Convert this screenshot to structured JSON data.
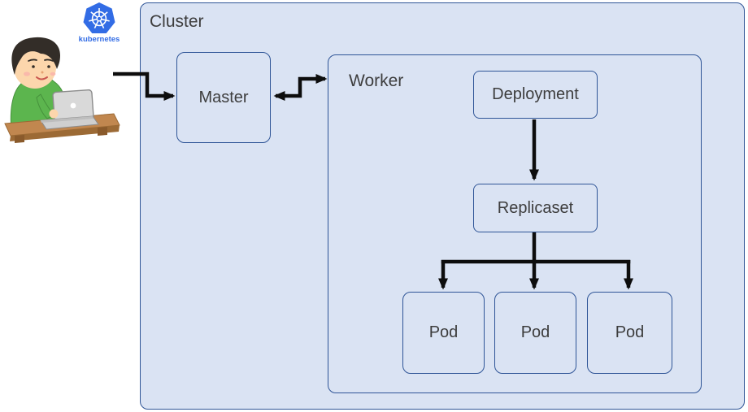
{
  "logo": {
    "text": "kubernetes",
    "color": "#326ce5"
  },
  "diagram": {
    "cluster": {
      "label": "Cluster"
    },
    "master": {
      "label": "Master"
    },
    "worker": {
      "label": "Worker"
    },
    "deployment": {
      "label": "Deployment"
    },
    "replicaset": {
      "label": "Replicaset"
    },
    "pods": [
      {
        "label": "Pod"
      },
      {
        "label": "Pod"
      },
      {
        "label": "Pod"
      }
    ],
    "edges": [
      {
        "from": "user",
        "to": "master",
        "type": "arrow"
      },
      {
        "from": "master",
        "to": "worker",
        "type": "double-arrow"
      },
      {
        "from": "deployment",
        "to": "replicaset",
        "type": "arrow"
      },
      {
        "from": "replicaset",
        "to": "pod-1",
        "type": "arrow"
      },
      {
        "from": "replicaset",
        "to": "pod-2",
        "type": "arrow"
      },
      {
        "from": "replicaset",
        "to": "pod-3",
        "type": "arrow"
      }
    ],
    "colors": {
      "box_fill": "#dae3f3",
      "box_border": "#2f5597",
      "arrow": "#0d0d0d",
      "text": "#3d3d3d",
      "kubernetes_blue": "#326ce5"
    }
  }
}
